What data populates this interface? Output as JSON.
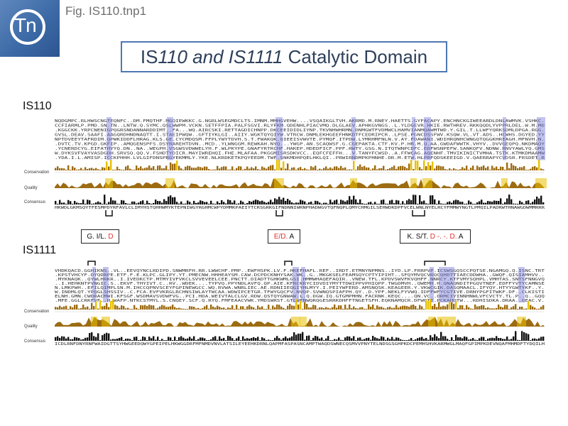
{
  "header": {
    "fig_label": "Fig. IS110.tnp1",
    "logo_text": "Tn"
  },
  "title": {
    "prefix": "IS",
    "italic1": "110 and IS1111",
    "suffix": " Catalytic Domain"
  },
  "sections": {
    "is110": "IS110",
    "is1111": "IS1111"
  },
  "tracks": {
    "conservation": "Conservation",
    "quality": "Quality",
    "consensus": "Consensus"
  },
  "callouts": [
    {
      "normal1": "G. I/L. ",
      "red": "D",
      "normal2": ""
    },
    {
      "normal1": "",
      "red": "E/D.",
      "normal2": " A"
    },
    {
      "normal1": "K. S/T. ",
      "red": "D -. -. D.",
      "normal2": " A"
    }
  ],
  "colors": {
    "highlight": "#7b7bdb",
    "bar_gold": "#e8c000",
    "bar_brown": "#9c6b12",
    "frame": "#4e78b3"
  }
}
